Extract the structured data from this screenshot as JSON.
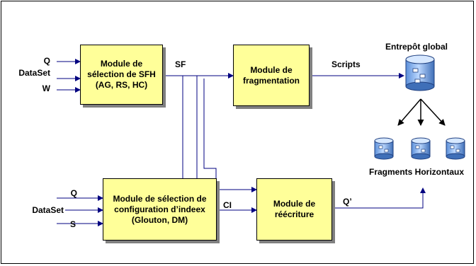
{
  "inputs_top": [
    "Q",
    "DataSet",
    "W"
  ],
  "inputs_bottom": [
    "Q",
    "DataSet",
    "S"
  ],
  "modules": {
    "sfh": "Module de\nsélection de SFH\n(AG, RS, HC)",
    "fragmentation": "Module de\nfragmentation",
    "index": "Module de sélection de\nconfiguration d’indeex\n(Glouton, DM)",
    "rewrite": "Module de\nréécriture"
  },
  "edge_labels": {
    "sf": "SF",
    "scripts": "Scripts",
    "ci": "CI",
    "qprime": "Q’"
  },
  "warehouse": {
    "global_label": "Entrepôt global",
    "fragments_label": "Fragments Horizontaux"
  },
  "colors": {
    "box_fill": "#ffff99",
    "connector": "#000080",
    "shadow": "#808080"
  }
}
